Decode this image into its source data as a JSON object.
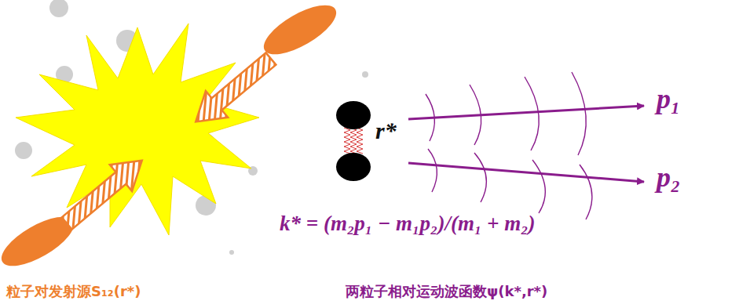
{
  "diagram": {
    "labels": [
      "p₁",
      "r*",
      "p₂",
      "k* = (m₂p₁ − m₁p₂)/(m₁ + m₂)",
      "粒子对发射源S₁₂(r*)",
      "两粒子相对运动波函数ψ(k*,r*)"
    ]
  }
}
